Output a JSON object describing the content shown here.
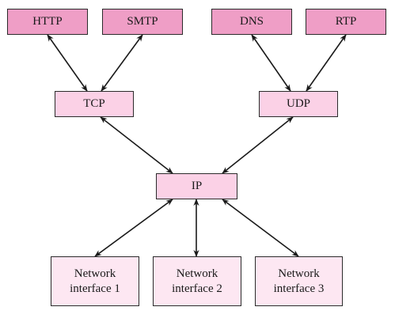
{
  "colors": {
    "app_fill": "#ef9ec6",
    "transport_fill": "#fbd1e6",
    "interface_fill": "#fde7f2",
    "border": "#2b2b2b",
    "arrow": "#1a1a1a"
  },
  "nodes": {
    "http": "HTTP",
    "smtp": "SMTP",
    "dns": "DNS",
    "rtp": "RTP",
    "tcp": "TCP",
    "udp": "UDP",
    "ip": "IP",
    "nic1": {
      "line1": "Network",
      "line2": "interface 1"
    },
    "nic2": {
      "line1": "Network",
      "line2": "interface 2"
    },
    "nic3": {
      "line1": "Network",
      "line2": "interface 3"
    }
  },
  "edges": [
    {
      "from": "http",
      "to": "tcp",
      "direction": "bidirectional"
    },
    {
      "from": "smtp",
      "to": "tcp",
      "direction": "bidirectional"
    },
    {
      "from": "dns",
      "to": "udp",
      "direction": "bidirectional"
    },
    {
      "from": "rtp",
      "to": "udp",
      "direction": "bidirectional"
    },
    {
      "from": "tcp",
      "to": "ip",
      "direction": "bidirectional"
    },
    {
      "from": "udp",
      "to": "ip",
      "direction": "bidirectional"
    },
    {
      "from": "ip",
      "to": "nic1",
      "direction": "bidirectional"
    },
    {
      "from": "ip",
      "to": "nic2",
      "direction": "bidirectional"
    },
    {
      "from": "ip",
      "to": "nic3",
      "direction": "bidirectional"
    }
  ]
}
